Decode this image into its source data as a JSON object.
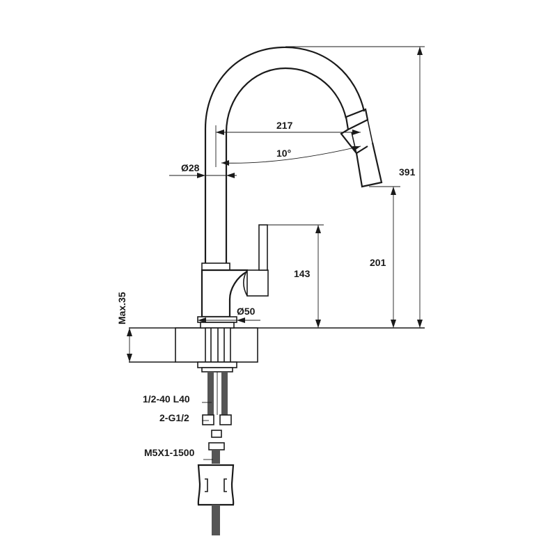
{
  "dimensions": {
    "reach": "217",
    "angle": "10°",
    "tube_diameter": "Ø28",
    "total_height": "391",
    "spout_height": "201",
    "lever_height": "143",
    "base_diameter": "Ø50",
    "max_thickness": "Max.35"
  },
  "callouts": {
    "thread": "1/2-40 L40",
    "connection": "2-G1/2",
    "hose": "M5X1-1500"
  },
  "colors": {
    "line": "#1a1a1a",
    "background": "#ffffff"
  }
}
